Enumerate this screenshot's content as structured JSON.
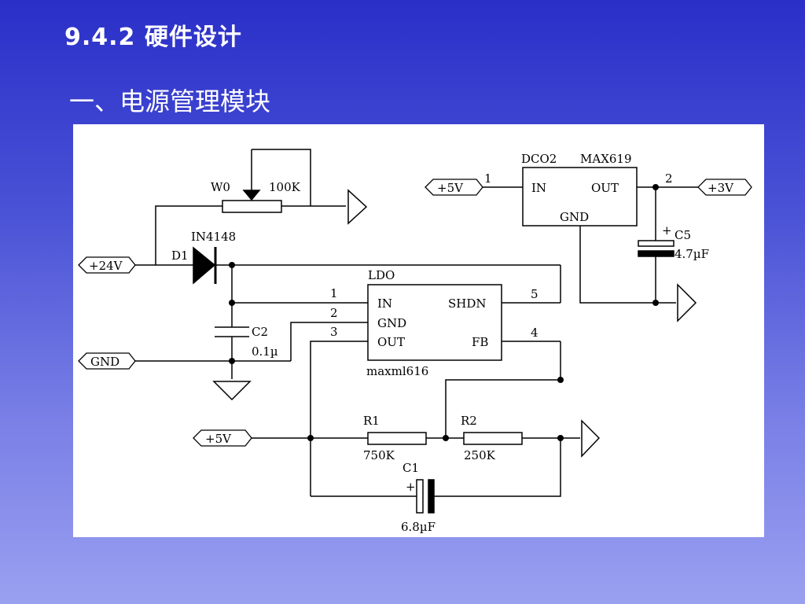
{
  "slide": {
    "title": "9.4.2  硬件设计",
    "subtitle": "一、电源管理模块"
  },
  "schematic": {
    "ports": {
      "p24v": "+24V",
      "gnd": "GND",
      "p5v_left": "+5V",
      "p5v_top": "+5V",
      "p3v": "+3V"
    },
    "pot": {
      "ref": "W0",
      "value": "100K"
    },
    "diode": {
      "ref": "D1",
      "part": "IN4148"
    },
    "c2": {
      "ref": "C2",
      "value": "0.1µ"
    },
    "ldo": {
      "name": "LDO",
      "part": "maxml616",
      "pins": [
        "IN",
        "GND",
        "OUT",
        "SHDN",
        "FB"
      ],
      "pin_numbers": [
        "1",
        "2",
        "3",
        "5",
        "4"
      ]
    },
    "r1": {
      "ref": "R1",
      "value": "750K"
    },
    "r2": {
      "ref": "R2",
      "value": "250K"
    },
    "c1": {
      "ref": "C1",
      "value": "6.8µF",
      "polarity": "+"
    },
    "dc": {
      "ref": "DCO2",
      "part": "MAX619",
      "pins": [
        "IN",
        "OUT",
        "GND"
      ],
      "pin_numbers": [
        "1",
        "2"
      ]
    },
    "c5": {
      "ref": "C5",
      "value": "4.7µF",
      "polarity": "+"
    }
  }
}
